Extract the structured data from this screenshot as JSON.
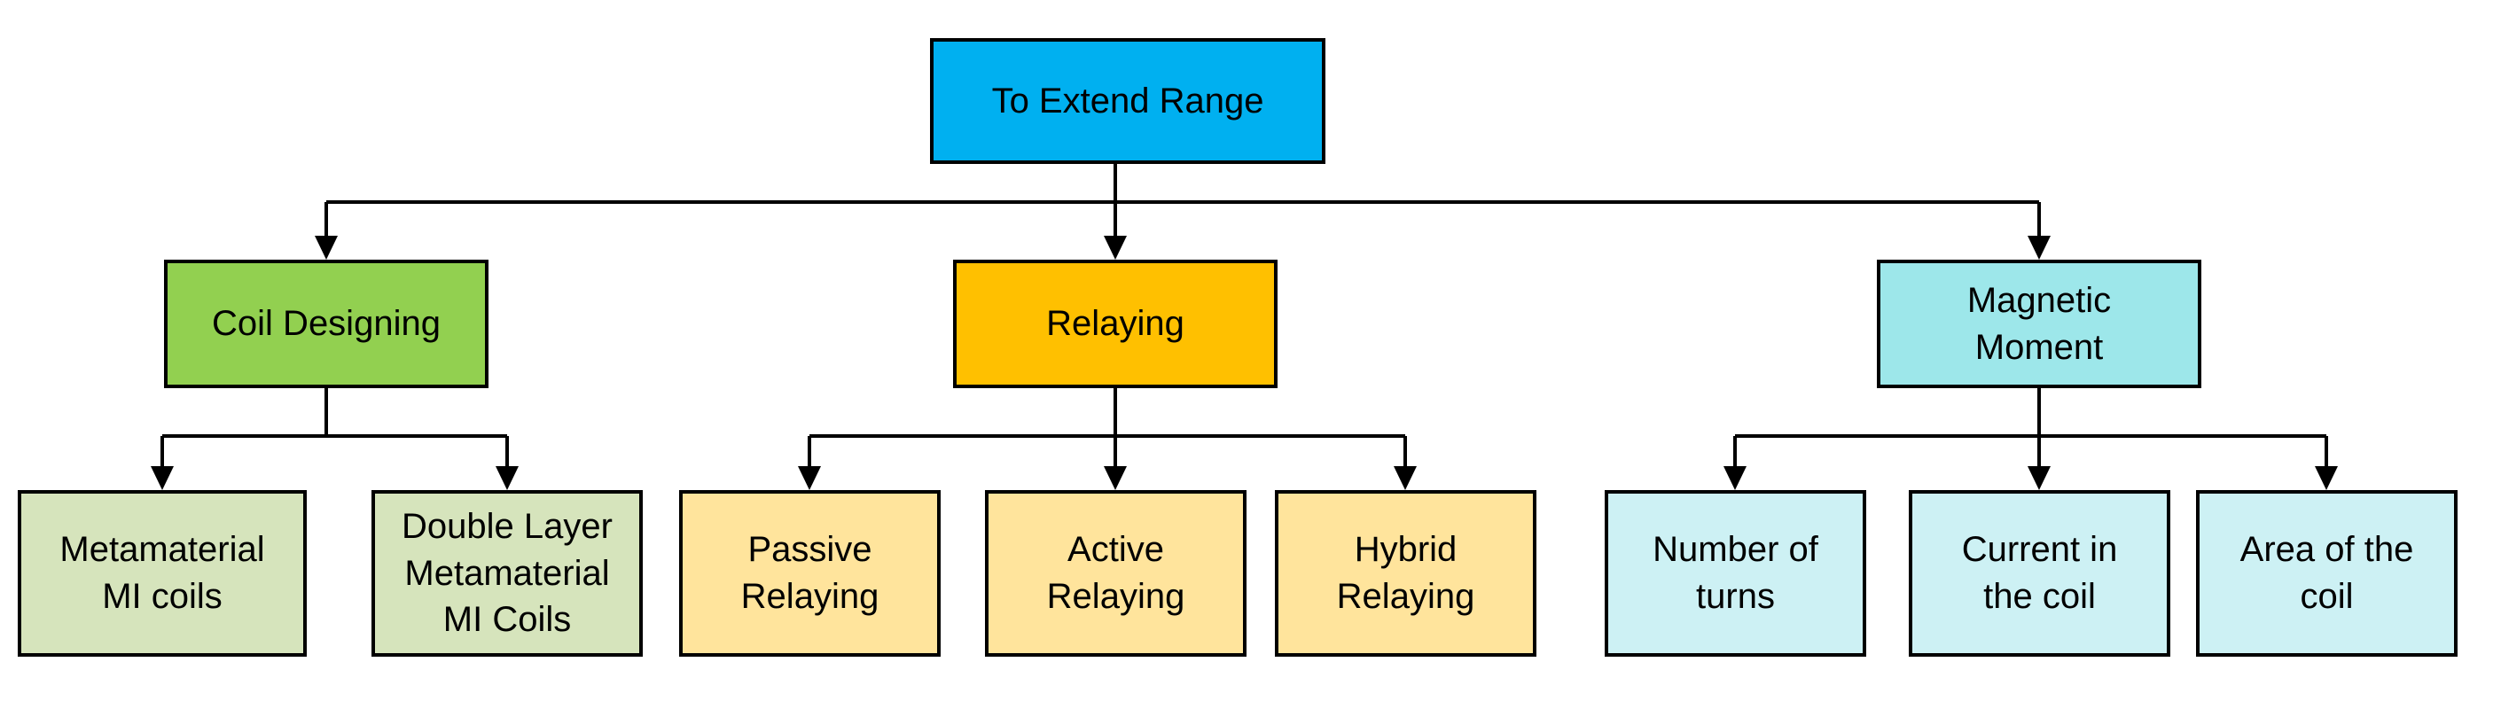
{
  "diagram": {
    "title": "To Extend Range flowchart",
    "line_color": "#000000",
    "root": {
      "label": "To Extend Range",
      "fill": "#00B0F0"
    },
    "branches": [
      {
        "label": "Coil Designing",
        "fill": "#92D050",
        "children": [
          {
            "label": "Metamaterial\nMI coils",
            "fill": "#D6E4BC"
          },
          {
            "label": "Double Layer\nMetamaterial\nMI Coils",
            "fill": "#D6E4BC"
          }
        ]
      },
      {
        "label": "Relaying",
        "fill": "#FFC000",
        "children": [
          {
            "label": "Passive\nRelaying",
            "fill": "#FFE49C"
          },
          {
            "label": "Active\nRelaying",
            "fill": "#FFE49C"
          },
          {
            "label": "Hybrid\nRelaying",
            "fill": "#FFE49C"
          }
        ]
      },
      {
        "label": "Magnetic\nMoment",
        "fill": "#9DE7EA",
        "children": [
          {
            "label": "Number of\nturns",
            "fill": "#CDF1F4"
          },
          {
            "label": "Current in\nthe coil",
            "fill": "#CDF1F4"
          },
          {
            "label": "Area of the\ncoil",
            "fill": "#CDF1F4"
          }
        ]
      }
    ]
  }
}
